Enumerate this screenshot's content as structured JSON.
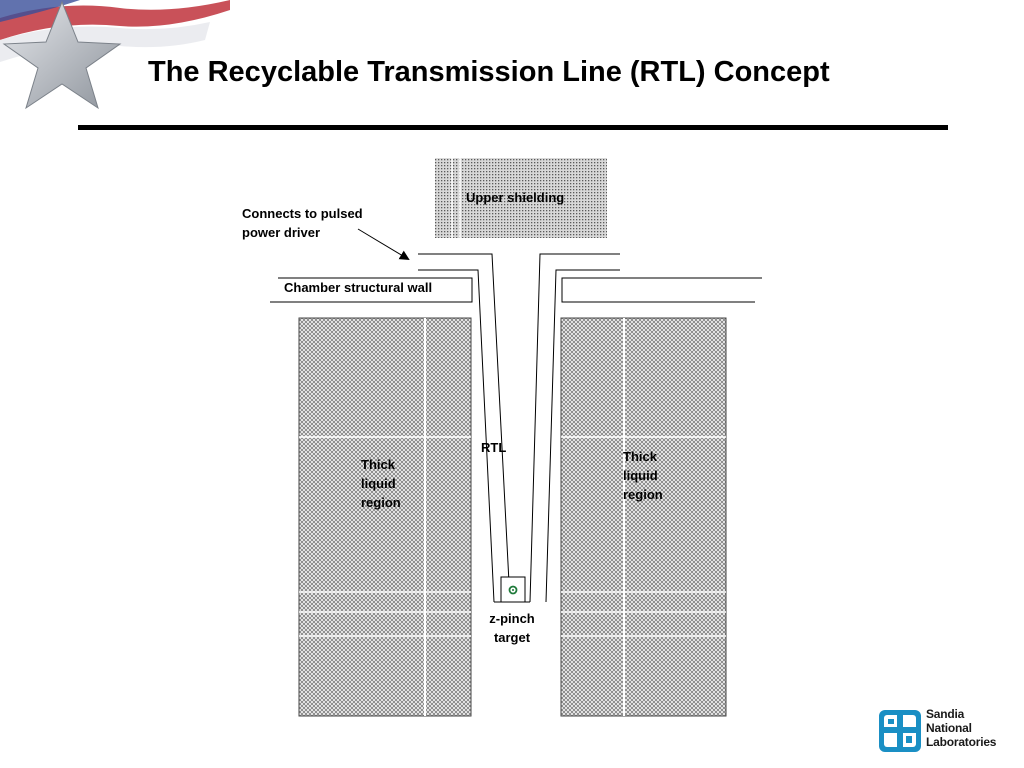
{
  "slide": {
    "title": "The Recyclable Transmission Line (RTL) Concept"
  },
  "diagram": {
    "labels": {
      "upper_shielding": "Upper shielding",
      "connects_to_driver": "Connects to pulsed\npower driver",
      "chamber_wall": "Chamber structural wall",
      "rtl": "RTL",
      "thick_liquid_left": "Thick\nliquid\nregion",
      "thick_liquid_right": "Thick\nliquid\nregion",
      "zpinch_target": "z-pinch\ntarget"
    }
  },
  "branding": {
    "institution": "Sandia\nNational\nLaboratories",
    "colors": {
      "logo_blue": "#1a8fc4",
      "star_red": "#c0323c",
      "star_blue": "#3a4f9a",
      "star_silver": "#9aa0a8",
      "target_green": "#1f7a3a"
    }
  }
}
